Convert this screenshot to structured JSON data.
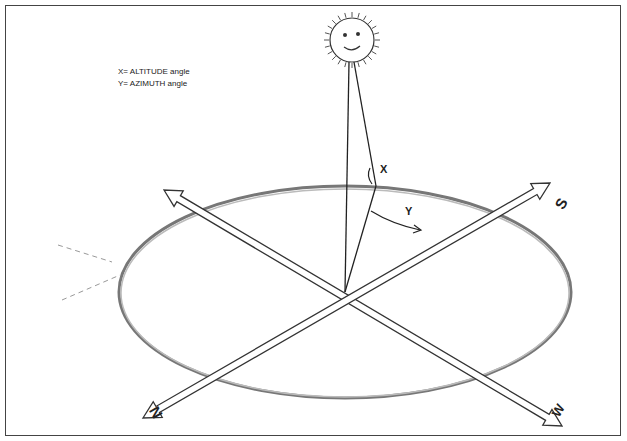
{
  "diagram": {
    "labels": [
      "X= ALTITUDE angle",
      "Y= AZIMUTH angle",
      "X",
      "Y",
      "S",
      "N",
      "W"
    ]
  }
}
